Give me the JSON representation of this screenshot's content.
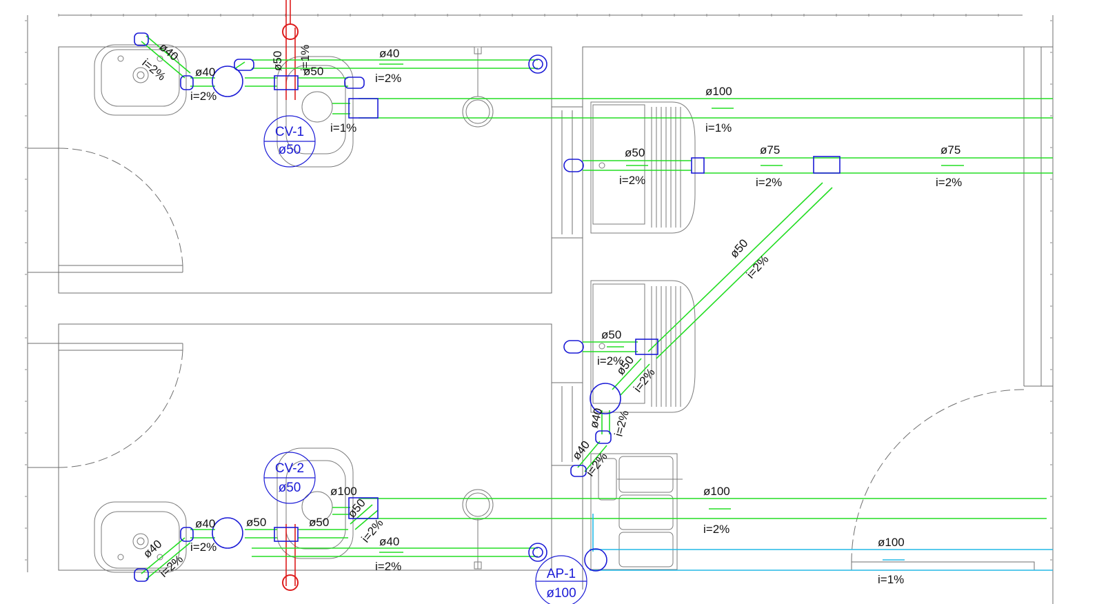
{
  "colors": {
    "drain": "#22dd22",
    "rainwater": "#22b8e6",
    "vent": "#dd1a1a",
    "fitting": "#1a1ad6",
    "label": "#111111",
    "walls": "#6d6d6d"
  },
  "tags": {
    "cv1": {
      "code": "CV-1",
      "diameter": "ø50"
    },
    "cv2": {
      "code": "CV-2",
      "diameter": "ø50"
    },
    "ap1": {
      "code": "AP-1",
      "diameter": "ø100"
    }
  },
  "labels": {
    "t1_lav_dia": "ø40",
    "t1_lav_slope": "i=2%",
    "t1_box_dia": "ø40",
    "t1_box_slope": "i=2%",
    "t1_vert_dia": "ø50",
    "t1_vert_slope": "i=1%",
    "t1_wc_branch_dia": "ø50",
    "t1_top_dia": "ø40",
    "t1_top_slope": "i=2%",
    "t1_wc_slope": "i=1%",
    "main_top_dia": "ø100",
    "main_top_slope": "i=1%",
    "sink_top_dia": "ø50",
    "sink_top_slope": "i=2%",
    "run_75a_dia": "ø75",
    "run_75a_slope": "i=2%",
    "run_75b_dia": "ø75",
    "run_75b_slope": "i=2%",
    "diag_dia": "ø50",
    "diag_slope": "i=2%",
    "sink_mid_dia": "ø50",
    "sink_mid_slope": "i=2%",
    "short_diag_dia": "ø50",
    "short_diag_slope": "i=2%",
    "v_dia": "ø40",
    "v_slope": "i=2%",
    "k_dia": "ø40",
    "k_slope": "i=2%",
    "t2_wc_dia": "ø100",
    "main_bot_dia": "ø100",
    "main_bot_slope": "i=2%",
    "t2_box_dia": "ø40",
    "t2_box_slope": "i=2%",
    "t2_box2_dia": "ø50",
    "t2_mid_dia": "ø50",
    "t2_wc_diag_dia": "ø50",
    "t2_wc_diag_slope": "i=2%",
    "t2_bot_dia": "ø40",
    "t2_bot_slope": "i=2%",
    "t2_lav_dia": "ø40",
    "t2_lav_slope": "i=2%",
    "storm_dia": "ø100",
    "storm_slope": "i=1%"
  }
}
